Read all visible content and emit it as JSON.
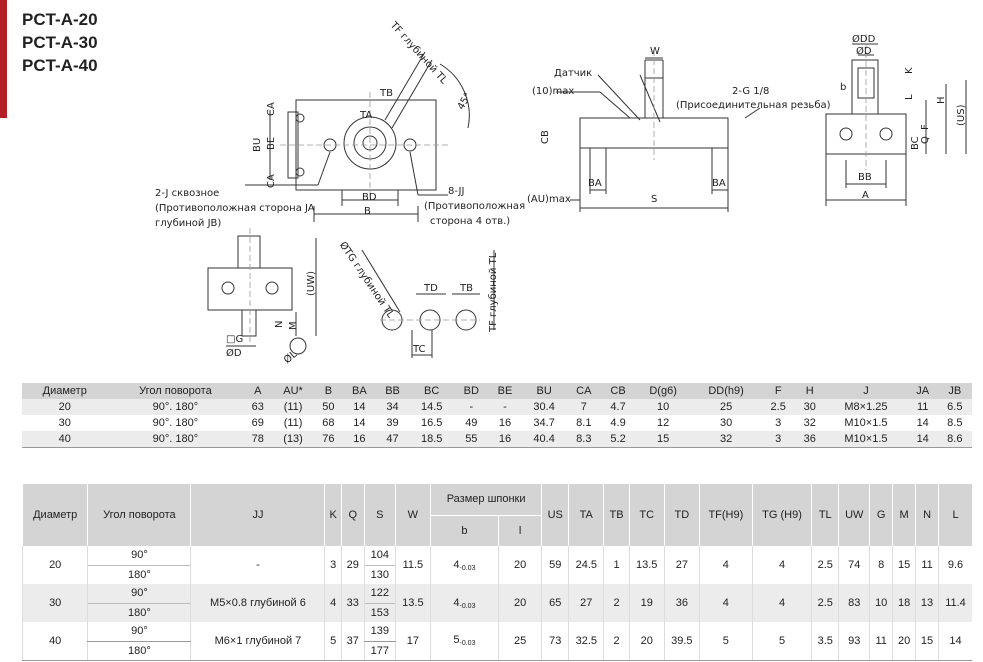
{
  "models": [
    "PCT-A-20",
    "PCT-A-30",
    "PCT-A-40"
  ],
  "drawing_labels": {
    "tf_depth_tl": "TF глубиной TL",
    "angle_45": "45°",
    "ta": "TA",
    "tb": "TB",
    "ca": "CA",
    "be": "BE",
    "bu": "BU",
    "bd": "BD",
    "b": "B",
    "hole_2j": "2-J сквозное",
    "hole_2j_note1": "(Противоположная сторона JA",
    "hole_2j_note2": "глубиной JB)",
    "hole_8jj": "8-JJ",
    "hole_8jj_note1": "(Противоположная",
    "hole_8jj_note2": "сторона 4 отв.)",
    "w": "W",
    "sensor": "Датчик",
    "ten_max": "(10)max",
    "port": "2-G 1/8",
    "port_note": "(Присоединительная резьба)",
    "cb": "CB",
    "ba": "BA",
    "au_max": "(AU)max",
    "s": "S",
    "odd": "ØDD",
    "od": "ØD",
    "k": "K",
    "l": "L",
    "h": "H",
    "f": "F",
    "q": "Q",
    "us": "(US)",
    "bc": "BC",
    "bb": "BB",
    "a": "A",
    "uw": "(UW)",
    "m": "M",
    "n": "N",
    "g": "□G",
    "od2": "ØD",
    "ol": "ØL",
    "tg_depth_tl": "ØTG глубиной TL",
    "td": "TD",
    "tc": "TC"
  },
  "table1": {
    "headers": [
      "Диаметр",
      "Угол поворота",
      "A",
      "AU*",
      "B",
      "BA",
      "BB",
      "BC",
      "BD",
      "BE",
      "BU",
      "CA",
      "CB",
      "D(g6)",
      "DD(h9)",
      "F",
      "H",
      "J",
      "JA",
      "JB"
    ],
    "rows": [
      [
        "20",
        "90°. 180°",
        "63",
        "(11)",
        "50",
        "14",
        "34",
        "14.5",
        "-",
        "-",
        "30.4",
        "7",
        "4.7",
        "10",
        "25",
        "2.5",
        "30",
        "M8×1.25",
        "11",
        "6.5"
      ],
      [
        "30",
        "90°. 180°",
        "69",
        "(11)",
        "68",
        "14",
        "39",
        "16.5",
        "49",
        "16",
        "34.7",
        "8.1",
        "4.9",
        "12",
        "30",
        "3",
        "32",
        "M10×1.5",
        "14",
        "8.5"
      ],
      [
        "40",
        "90°. 180°",
        "78",
        "(13)",
        "76",
        "16",
        "47",
        "18.5",
        "55",
        "16",
        "40.4",
        "8.3",
        "5.2",
        "15",
        "32",
        "3",
        "36",
        "M10×1.5",
        "14",
        "8.6"
      ]
    ]
  },
  "table2": {
    "h_diameter": "Диаметр",
    "h_angle": "Угол поворота",
    "h_jj": "JJ",
    "h_k": "K",
    "h_q": "Q",
    "h_s": "S",
    "h_w": "W",
    "h_key": "Размер шпонки",
    "h_b": "b",
    "h_l": "l",
    "h_us": "US",
    "h_ta": "TA",
    "h_tb": "TB",
    "h_tc": "TC",
    "h_td": "TD",
    "h_tf": "TF(H9)",
    "h_tg": "TG (H9)",
    "h_tl": "TL",
    "h_uw": "UW",
    "h_g": "G",
    "h_m": "M",
    "h_n": "N",
    "h_L": "L",
    "tol": "-0.03",
    "rows": [
      {
        "dia": "20",
        "a1": "90°",
        "a2": "180°",
        "jj": "-",
        "k": "3",
        "q": "29",
        "s1": "104",
        "s2": "130",
        "w": "11.5",
        "b": "4",
        "l": "20",
        "us": "59",
        "ta": "24.5",
        "tb": "1",
        "tc": "13.5",
        "td": "27",
        "tf": "4",
        "tg": "4",
        "tl": "2.5",
        "uw": "74",
        "g": "8",
        "m": "15",
        "n": "11",
        "L": "9.6"
      },
      {
        "dia": "30",
        "a1": "90°",
        "a2": "180°",
        "jj": "M5×0.8 глубиной 6",
        "k": "4",
        "q": "33",
        "s1": "122",
        "s2": "153",
        "w": "13.5",
        "b": "4",
        "l": "20",
        "us": "65",
        "ta": "27",
        "tb": "2",
        "tc": "19",
        "td": "36",
        "tf": "4",
        "tg": "4",
        "tl": "2.5",
        "uw": "83",
        "g": "10",
        "m": "18",
        "n": "13",
        "L": "11.4"
      },
      {
        "dia": "40",
        "a1": "90°",
        "a2": "180°",
        "jj": "M6×1 глубиной 7",
        "k": "5",
        "q": "37",
        "s1": "139",
        "s2": "177",
        "w": "17",
        "b": "5",
        "l": "25",
        "us": "73",
        "ta": "32.5",
        "tb": "2",
        "tc": "20",
        "td": "39.5",
        "tf": "5",
        "tg": "5",
        "tl": "3.5",
        "uw": "93",
        "g": "11",
        "m": "20",
        "n": "15",
        "L": "14"
      }
    ]
  }
}
